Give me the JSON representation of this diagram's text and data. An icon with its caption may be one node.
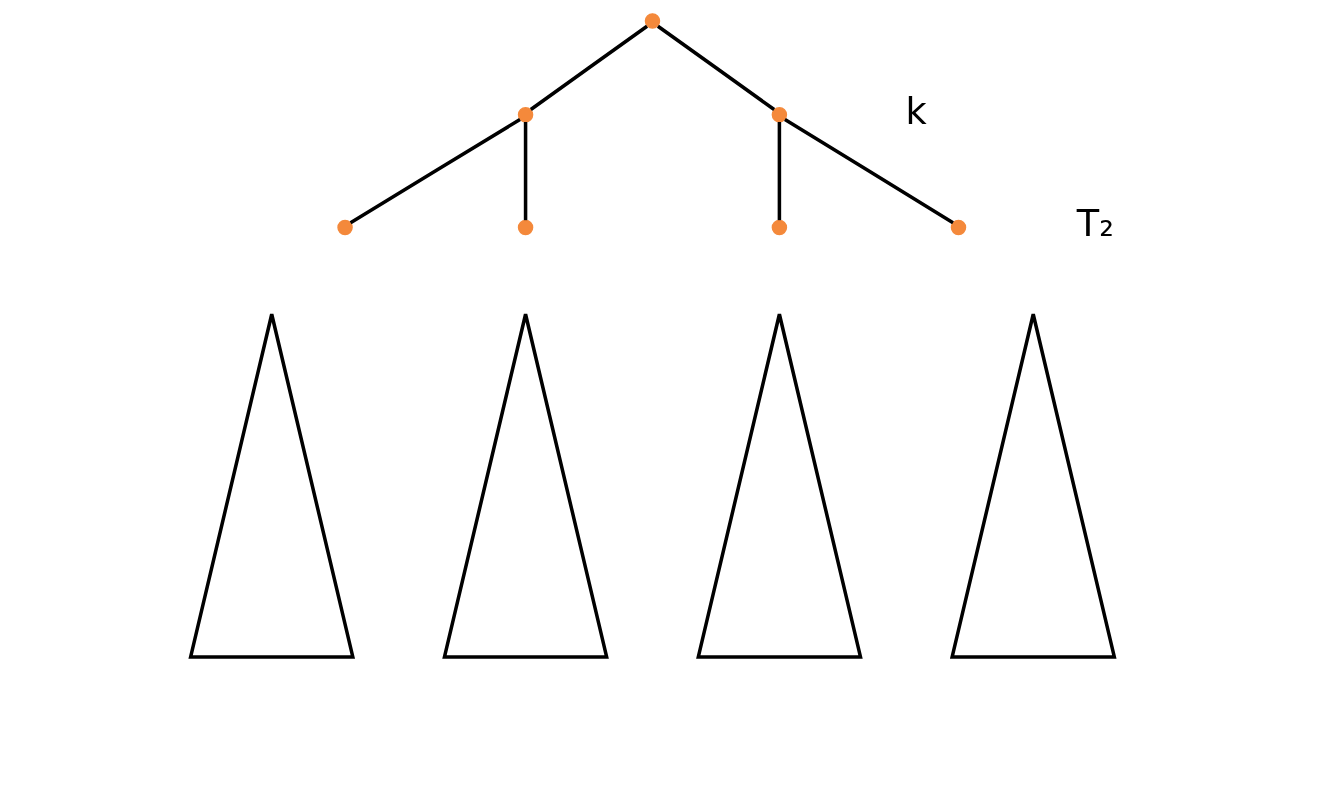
{
  "diagram": {
    "nodes": [
      {
        "text": [],
        "shape": "circle"
      },
      {
        "text": [],
        "shape": "circle"
      },
      {
        "text": [],
        "shape": "circle"
      },
      {
        "text": [],
        "shape": "circle"
      },
      {
        "text": [],
        "shape": "circle"
      },
      {
        "text": [],
        "shape": "circle"
      },
      {
        "text": [],
        "shape": "circle"
      },
      {
        "text": [],
        "shape": "triangle"
      },
      {
        "text": [],
        "shape": "triangle"
      },
      {
        "text": [],
        "shape": "triangle"
      },
      {
        "text": [],
        "shape": "triangle"
      }
    ],
    "edges": [
      {
        "from": 0,
        "to": 1,
        "arrow": "none"
      },
      {
        "from": 0,
        "to": 2,
        "arrow": "none"
      },
      {
        "from": 1,
        "to": 3,
        "arrow": "none"
      },
      {
        "from": 1,
        "to": 4,
        "arrow": "none"
      },
      {
        "from": 2,
        "to": 5,
        "arrow": "none"
      },
      {
        "from": 2,
        "to": 6,
        "arrow": "none"
      }
    ],
    "labels": [
      "k",
      "T₂"
    ]
  }
}
